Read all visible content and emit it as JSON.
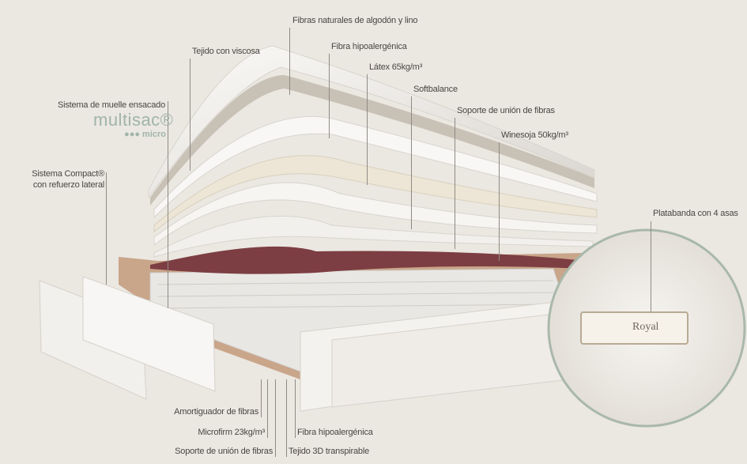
{
  "top_labels": {
    "natural_fibers": "Fibras naturales de algodón y lino",
    "viscose_fabric": "Tejido con viscosa",
    "hypoallergenic_fiber": "Fibra hipoalergénica",
    "latex": "Látex 65kg/m³",
    "softbalance": "Softbalance",
    "fiber_joining_support": "Soporte de unión de fibras",
    "winesoja": "Winesoja 50kg/m³"
  },
  "left_labels": {
    "pocket_spring": "Sistema de muelle ensacado",
    "compact_line1": "Sistema Compact®",
    "compact_line2": "con refuerzo lateral"
  },
  "logo": {
    "brand": "multisac®",
    "sub": "●●● micro"
  },
  "right_labels": {
    "border": "Platabanda con 4 asas",
    "handle_text": "Royal"
  },
  "bottom_labels": {
    "fiber_cushion": "Amortiguador de  fibras",
    "microfirm": "Microfirm 23kg/m³",
    "bottom_joining_support": "Soporte de unión de fibras",
    "bottom_hypoallergenic": "Fibra hipoalergénica",
    "fabric_3d": "Tejido 3D transpirable"
  }
}
